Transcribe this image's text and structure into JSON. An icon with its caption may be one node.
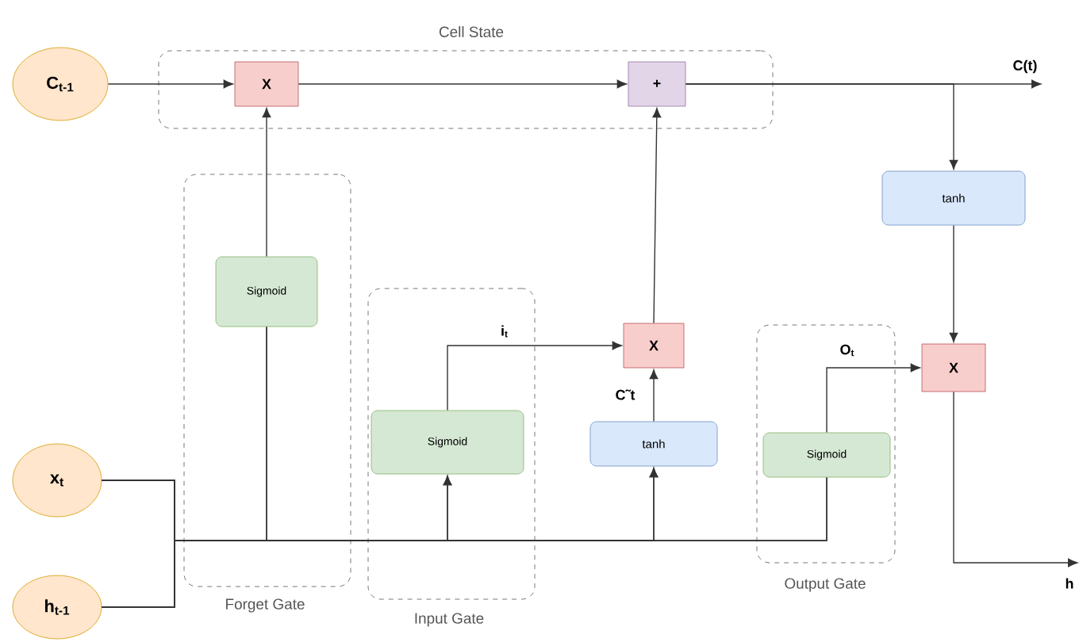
{
  "diagram": {
    "nodes": [
      {
        "text": [
          "C$_{t-1}$"
        ]
      },
      {
        "text": [
          "Cell State"
        ]
      },
      {
        "text": [
          "X"
        ],
        "in": 1
      },
      {
        "text": [
          "+"
        ],
        "in": 1
      },
      {
        "text": [
          "Forget Gate"
        ]
      },
      {
        "text": [
          "Sigmoid"
        ],
        "in": 4
      },
      {
        "text": [
          "Input Gate"
        ]
      },
      {
        "text": [
          "Sigmoid"
        ],
        "in": 6
      },
      {
        "text": [
          "X"
        ]
      },
      {
        "text": [
          "tanh"
        ]
      },
      {
        "text": [
          "Output Gate"
        ]
      },
      {
        "text": [
          "Sigmoid"
        ],
        "in": 10
      },
      {
        "text": [
          "X"
        ]
      },
      {
        "text": [
          "tanh"
        ]
      },
      {
        "text": [
          "x$_{t}$"
        ]
      },
      {
        "text": [
          "h$_{t-1}$"
        ]
      }
    ],
    "edges": [
      {
        "from": 0,
        "to": 2,
        "arrow": "to"
      },
      {
        "from": 2,
        "to": 3,
        "arrow": "to"
      },
      {
        "from": 3,
        "to": null,
        "arrow": "to",
        "label": "C(t)"
      },
      {
        "from": 3,
        "to": 13,
        "arrow": "to"
      },
      {
        "from": 5,
        "to": 2,
        "arrow": "to"
      },
      {
        "from": 7,
        "to": 8,
        "arrow": "to",
        "label": "i$_{t}$"
      },
      {
        "from": 9,
        "to": 8,
        "arrow": "to",
        "label": "C˜t"
      },
      {
        "from": 8,
        "to": 3,
        "arrow": "to"
      },
      {
        "from": 11,
        "to": 12,
        "arrow": "to",
        "label": "O$_{t}$"
      },
      {
        "from": 13,
        "to": 12,
        "arrow": "to"
      },
      {
        "from": 12,
        "to": null,
        "arrow": "to",
        "label": "h"
      },
      {
        "from": 14,
        "to": 5,
        "arrow": "none"
      },
      {
        "from": 14,
        "to": 7,
        "arrow": "to"
      },
      {
        "from": 14,
        "to": 9,
        "arrow": "to"
      },
      {
        "from": 14,
        "to": 11,
        "arrow": "none"
      },
      {
        "from": 15,
        "to": 5,
        "arrow": "none"
      },
      {
        "from": 15,
        "to": 7,
        "arrow": "to"
      },
      {
        "from": 15,
        "to": 9,
        "arrow": "to"
      },
      {
        "from": 15,
        "to": 11,
        "arrow": "none"
      }
    ]
  }
}
